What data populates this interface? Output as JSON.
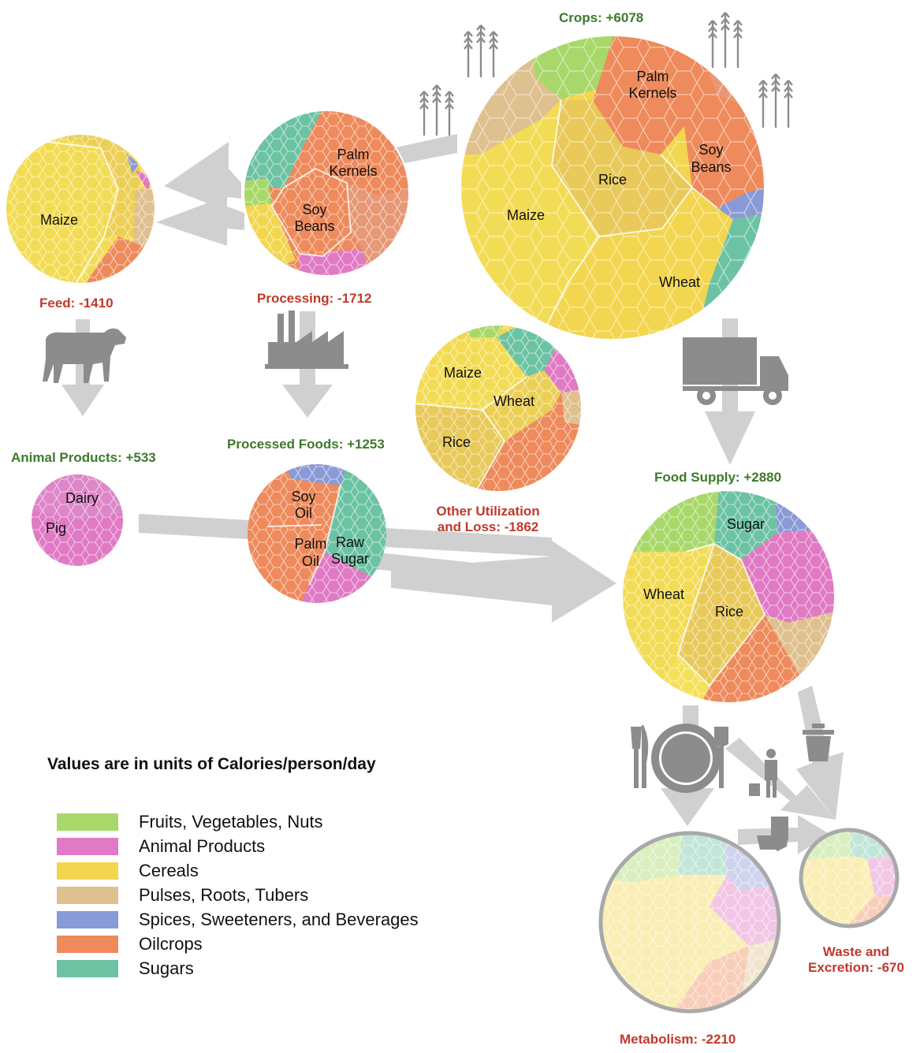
{
  "colors": {
    "fruits": "#a8d86a",
    "animal": "#e07ac4",
    "cereals": "#f2d64f",
    "pulses": "#dfc08f",
    "spices": "#8a9ad6",
    "oilcrops": "#ee8a5b",
    "sugars": "#6cc3a3",
    "arrow": "#cfcfcf",
    "icon": "#8c8c8c",
    "positive_label": "#3d7a2a",
    "negative_label": "#c0392b"
  },
  "nodes": {
    "crops": {
      "label": "Crops:  +6078",
      "items": [
        "Palm Kernels",
        "Soy Beans",
        "Rice",
        "Maize",
        "Wheat"
      ]
    },
    "processing": {
      "label": "Processing: -1712",
      "items": [
        "Palm Kernels",
        "Soy Beans"
      ]
    },
    "feed": {
      "label": "Feed: -1410",
      "items": [
        "Maize"
      ]
    },
    "animal_products": {
      "label": "Animal Products: +533",
      "items": [
        "Dairy",
        "Pig"
      ]
    },
    "processed_foods": {
      "label": "Processed Foods: +1253",
      "items": [
        "Soy Oil",
        "Palm Oil",
        "Raw Sugar"
      ]
    },
    "other_utilization": {
      "label_line1": "Other Utilization",
      "label_line2": "and Loss: -1862",
      "items": [
        "Maize",
        "Wheat",
        "Rice"
      ]
    },
    "food_supply": {
      "label": "Food Supply: +2880",
      "items": [
        "Sugar",
        "Wheat",
        "Rice"
      ]
    },
    "metabolism": {
      "label": "Metabolism:  -2210"
    },
    "waste": {
      "label_line1": "Waste and",
      "label_line2": "Excretion:  -670"
    }
  },
  "icons": [
    "wheat-icon",
    "cow-icon",
    "factory-icon",
    "truck-icon",
    "cutlery-plate-icon",
    "trash-can-icon",
    "person-littering-icon",
    "toilet-icon"
  ],
  "legend": {
    "title": "Values are in units of Calories/person/day",
    "items": [
      {
        "label": "Fruits, Vegetables, Nuts",
        "color": "#a8d86a"
      },
      {
        "label": "Animal Products",
        "color": "#e07ac4"
      },
      {
        "label": "Cereals",
        "color": "#f2d64f"
      },
      {
        "label": "Pulses, Roots, Tubers",
        "color": "#dfc08f"
      },
      {
        "label": "Spices, Sweeteners, and Beverages",
        "color": "#8a9ad6"
      },
      {
        "label": "Oilcrops",
        "color": "#ee8a5b"
      },
      {
        "label": "Sugars",
        "color": "#6cc3a3"
      }
    ]
  }
}
